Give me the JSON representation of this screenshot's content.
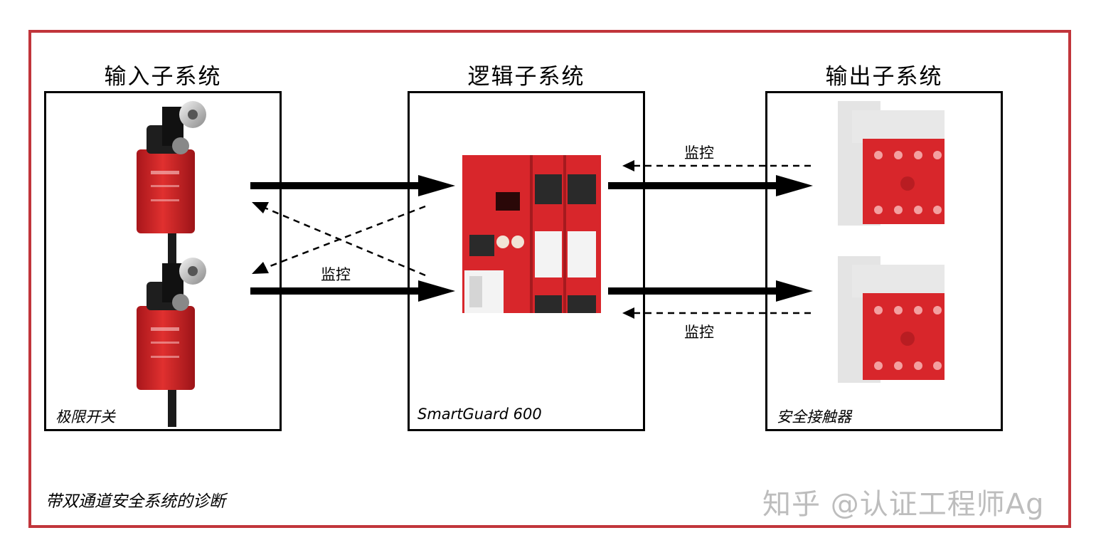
{
  "subsystems": {
    "input": {
      "heading": "输入子系统",
      "caption": "极限开关"
    },
    "logic": {
      "heading": "逻辑子系统",
      "caption": "SmartGuard 600"
    },
    "output": {
      "heading": "输出子系统",
      "caption": "安全接触器"
    }
  },
  "monitor_labels": {
    "left": "监控",
    "right_top": "监控",
    "right_bottom": "监控"
  },
  "diagram_caption": "带双通道安全系统的诊断",
  "watermark": "知乎 @认证工程师Ag",
  "colors": {
    "frame": "#c1353b",
    "device_red": "#d8262b",
    "contactor_gray": "#e4e4e4"
  }
}
